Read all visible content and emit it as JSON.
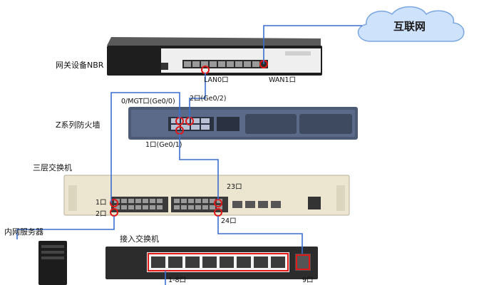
{
  "labels": {
    "internet": "互联网",
    "gateway": "网关设备NBR",
    "gateway_lan0": "LAN0口",
    "gateway_wan1": "WAN1口",
    "firewall": "Z系列防火墙",
    "fw_port_mgt": "0/MGT口(Ge0/0)",
    "fw_port2": "2口(Ge0/2)",
    "fw_port1": "1口(Ge0/1)",
    "core_switch": "三层交换机",
    "core_port1": "1口",
    "core_port2": "2口",
    "core_port23": "23口",
    "core_port24": "24口",
    "server": "内网服务器",
    "access_switch": "接入交换机",
    "access_ports": "1-8口",
    "access_port9": "9口"
  },
  "colors": {
    "link": "#3b6fd1",
    "highlight": "#e01818",
    "cloud": "#cfe2fb",
    "cloud_edge": "#7aa7e0"
  }
}
